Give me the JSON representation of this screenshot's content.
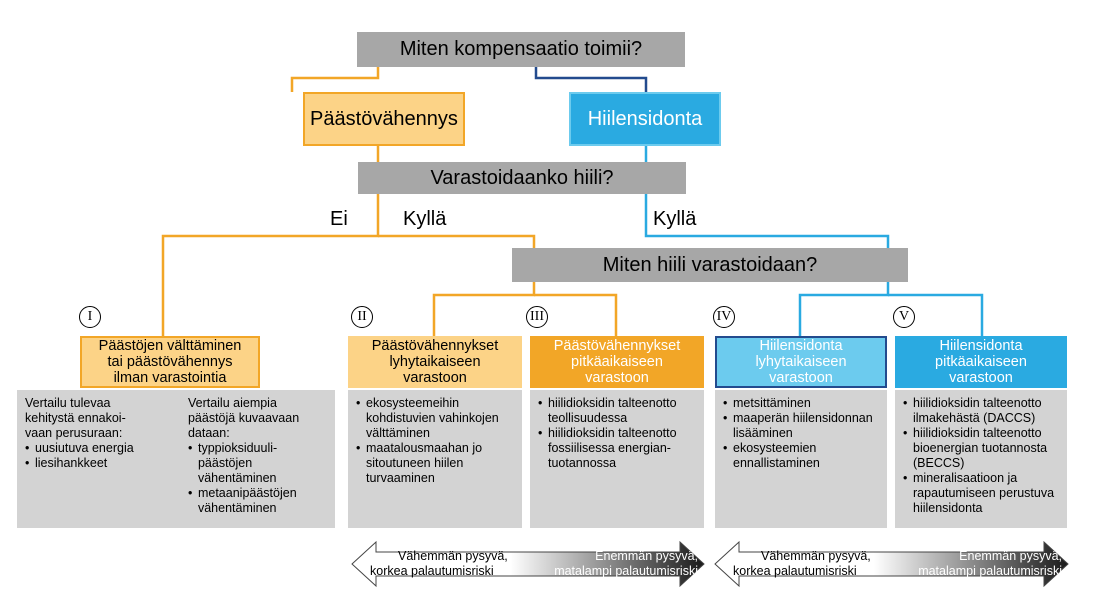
{
  "colors": {
    "orange": "#f2a627",
    "orange_light": "#fcd387",
    "blue": "#2aaae1",
    "blue_light": "#6ccbee",
    "gray_dark": "#a7a7a7",
    "gray_light": "#d3d3d3",
    "navy": "#234b8e"
  },
  "top_question": "Miten kompensaatio toimii?",
  "branch_left": "Päästövähennys",
  "branch_right": "Hiilensidonta",
  "question_store": "Varastoidaanko hiili?",
  "label_no": "Ei",
  "label_yes_left": "Kyllä",
  "label_yes_right": "Kyllä",
  "question_how": "Miten hiili varastoidaan?",
  "categories": [
    {
      "numeral": "I",
      "title": [
        "Päästöjen välttäminen",
        "tai päästövähennys",
        "ilman varastointia"
      ]
    },
    {
      "numeral": "II",
      "title": [
        "Päästövähennykset",
        "lyhytaikaiseen",
        "varastoon"
      ]
    },
    {
      "numeral": "III",
      "title": [
        "Päästövähennykset",
        "pitkäaikaiseen",
        "varastoon"
      ]
    },
    {
      "numeral": "IV",
      "title": [
        "Hiilensidonta",
        "lyhytaikaiseen",
        "varastoon"
      ]
    },
    {
      "numeral": "V",
      "title": [
        "Hiilensidonta",
        "pitkäaikaiseen",
        "varastoon"
      ]
    }
  ],
  "details": {
    "cat1_left_intro": [
      "Vertailu tulevaa",
      "kehitystä ennakoi-",
      "vaan perusuraan:"
    ],
    "cat1_left_items": [
      "uusiutuva energia",
      "liesihankkeet"
    ],
    "cat1_right_intro": [
      "Vertailu aiempia",
      "päästöjä kuvaavaan",
      "dataan:"
    ],
    "cat1_right_items": [
      [
        "typpioksiduuli-",
        "päästöjen",
        "vähentäminen"
      ],
      [
        "metaanipäästöjen",
        "vähentäminen"
      ]
    ],
    "cat2_items": [
      [
        "ekosysteemeihin",
        "kohdistuvien vahinkojen",
        "välttäminen"
      ],
      [
        "maatalousmaahan jo",
        "sitoutuneen hiilen",
        "turvaaminen"
      ]
    ],
    "cat3_items": [
      [
        "hiilidioksidin talteenotto",
        "teollisuudessa"
      ],
      [
        "hiilidioksidin talteenotto",
        "fossiilisessa energian-",
        "tuotannossa"
      ]
    ],
    "cat4_items": [
      [
        "metsittäminen"
      ],
      [
        "maaperän hiilensidonnan",
        "lisääminen"
      ],
      [
        "ekosysteemien",
        "ennallistaminen"
      ]
    ],
    "cat5_items": [
      [
        "hiilidioksidin talteenotto",
        "ilmakehästä (DACCS)"
      ],
      [
        "hiilidioksidin talteenotto",
        "bioenergian tuotannosta",
        "(BECCS)"
      ],
      [
        "mineralisaatioon ja",
        "rapautumiseen perustuva",
        "hiilensidonta"
      ]
    ]
  },
  "arrows": {
    "left_text": [
      "Vähemmän pysyvä,",
      "korkea palautumisriski"
    ],
    "right_text": [
      "Enemmän pysyvä,",
      "matalampi palautumisriski"
    ]
  }
}
